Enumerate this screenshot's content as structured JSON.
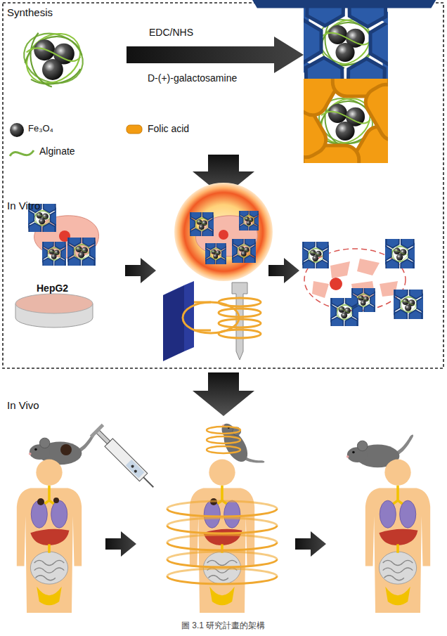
{
  "diagram": {
    "caption": "圖 3.1 研究計畫的架構",
    "labels": [
      "Synthesis",
      "EDC/NHS",
      "In Vitro",
      "HepG2",
      "In Vivo"
    ],
    "legend": [
      {
        "text": "D-(+)-galactosamine"
      },
      {
        "text": "Fe₃O₄"
      },
      {
        "text": "Folic acid"
      },
      {
        "text": "Alginate"
      }
    ]
  }
}
